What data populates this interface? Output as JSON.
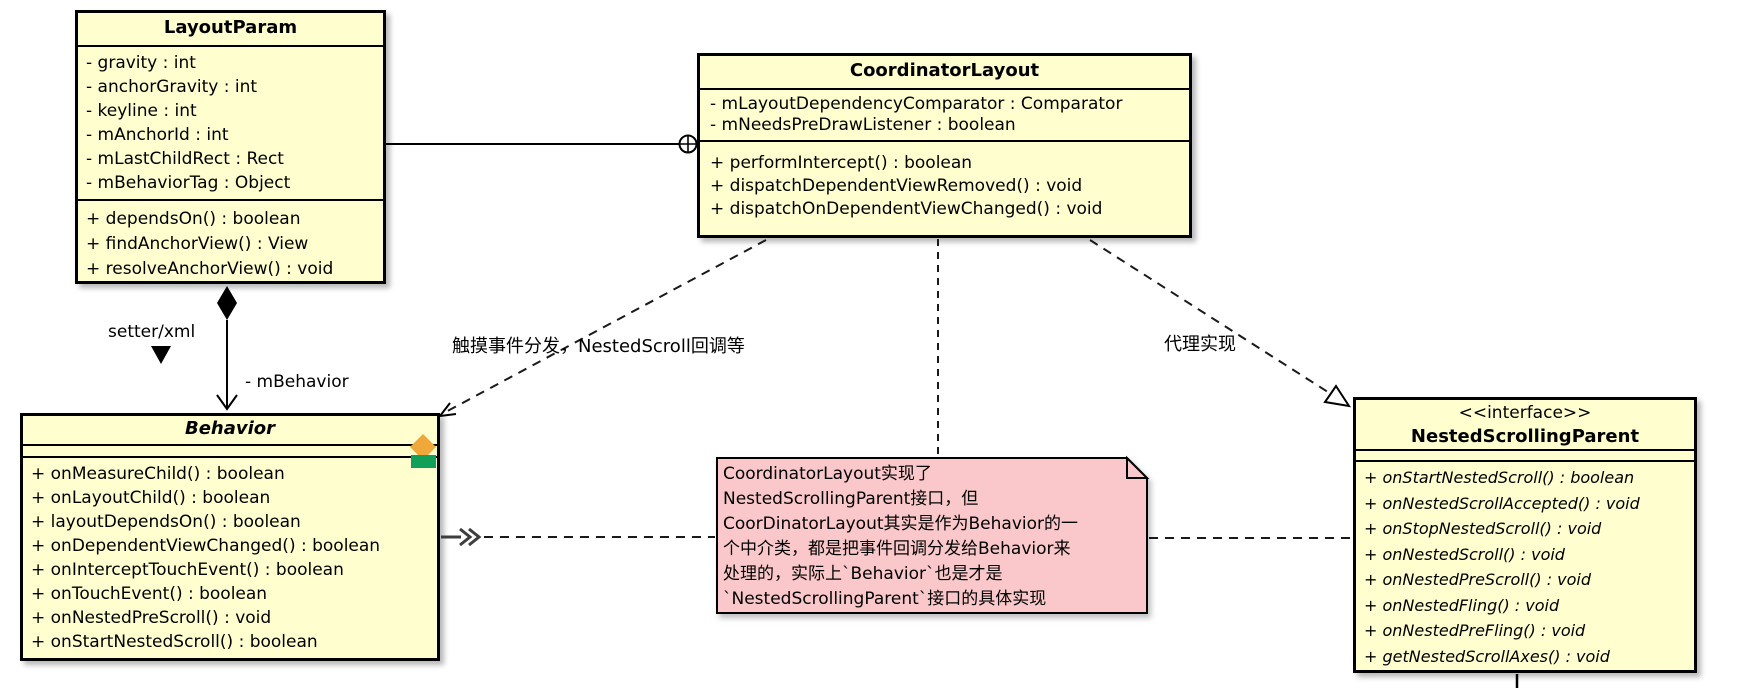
{
  "classes": {
    "layout_param": {
      "title": "LayoutParam",
      "attributes": [
        "- gravity : int",
        "- anchorGravity : int",
        "- keyline : int",
        "- mAnchorId : int",
        "- mLastChildRect : Rect",
        "- mBehaviorTag : Object"
      ],
      "methods": [
        "+ dependsOn() : boolean",
        "+ findAnchorView() : View",
        "+ resolveAnchorView() : void"
      ]
    },
    "coordinator_layout": {
      "title": "CoordinatorLayout",
      "attributes": [
        "- mLayoutDependencyComparator : Comparator",
        "- mNeedsPreDrawListener : boolean"
      ],
      "methods": [
        "+ performIntercept() : boolean",
        "+ dispatchDependentViewRemoved() : void",
        "+ dispatchOnDependentViewChanged() : void"
      ]
    },
    "behavior": {
      "title": "Behavior",
      "attributes": [],
      "methods": [
        "+ onMeasureChild() : boolean",
        "+ onLayoutChild() : boolean",
        "+ layoutDependsOn() : boolean",
        "+ onDependentViewChanged() : boolean",
        "+ onInterceptTouchEvent() : boolean",
        "+ onTouchEvent() : boolean",
        "+ onNestedPreScroll() : void",
        "+ onStartNestedScroll() : boolean"
      ]
    },
    "nested_scrolling_parent": {
      "stereotype": "<<interface>>",
      "title": "NestedScrollingParent",
      "attributes": [],
      "methods": [
        "+ onStartNestedScroll() : boolean",
        "+ onNestedScrollAccepted() : void",
        "+ onStopNestedScroll() : void",
        "+ onNestedScroll() : void",
        "+ onNestedPreScroll() : void",
        "+ onNestedFling() : void",
        "+ onNestedPreFling() : void",
        "+ getNestedScrollAxes() : void"
      ]
    }
  },
  "note": {
    "lines": [
      "CoordinatorLayout实现了",
      "NestedScrollingParent接口，但",
      "CoorDinatorLayout其实是作为Behavior的一",
      "个中介类，都是把事件回调分发给Behavior来",
      "处理的，实际上`Behavior`也是才是",
      "`NestedScrollingParent`接口的具体实现"
    ]
  },
  "edge_labels": {
    "setter_xml": "setter/xml",
    "m_behavior": "- mBehavior",
    "touch_dispatch": "触摸事件分发，NestedScroll回调等",
    "proxy_impl": "代理实现"
  },
  "colors": {
    "class_fill": "#FEFECE",
    "note_fill": "#FAC8CA",
    "border": "#000000",
    "behavior_diamond": "#F0A83A",
    "behavior_square": "#11A05A"
  }
}
